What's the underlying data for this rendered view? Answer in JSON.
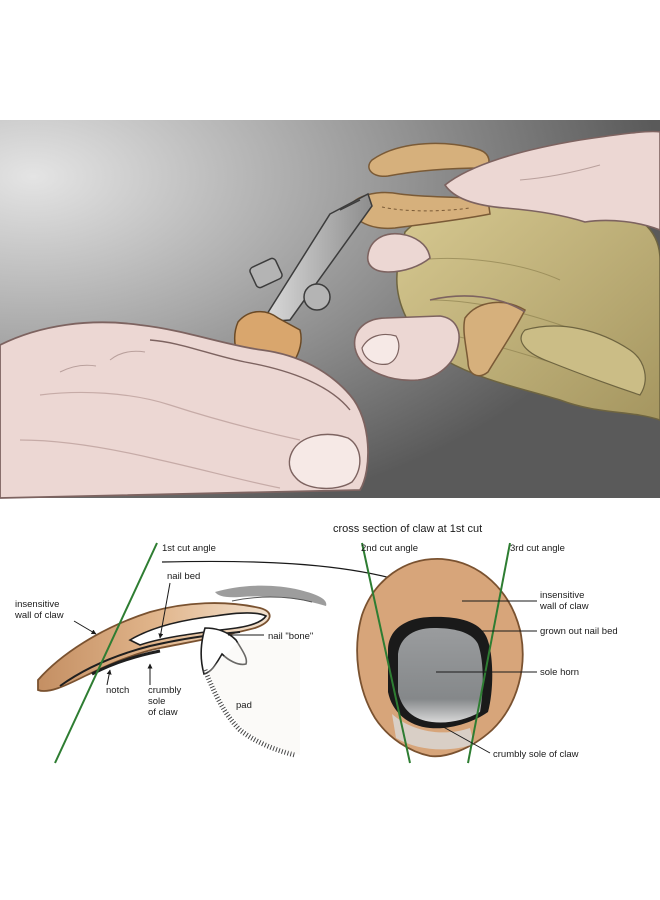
{
  "colors": {
    "skin": "#ecd7d3",
    "skin_shadow": "#c9aaa6",
    "claw": "#d4a57d",
    "claw_dark": "#9a6c48",
    "fur": "#c4b47a",
    "guide_line": "#2e7d32",
    "sole_gray": "#8f9294",
    "scene_bg_dark": "#5c5c5c"
  },
  "diagram": {
    "section_title": "cross section of claw at 1st cut",
    "side_view": {
      "cut_angle_label": "1st cut angle",
      "labels": {
        "nail_bed": "nail bed",
        "insensitive_wall_line1": "insensitive",
        "insensitive_wall_line2": "wall of claw",
        "nail_bone": "nail \"bone\"",
        "notch": "notch",
        "crumbly_line1": "crumbly",
        "crumbly_line2": "sole",
        "crumbly_line3": "of claw",
        "pad": "pad"
      }
    },
    "cross_section": {
      "cut2_label": "2nd cut angle",
      "cut3_label": "3rd cut angle",
      "labels": {
        "insensitive_line1": "insensitive",
        "insensitive_line2": "wall of claw",
        "grown_out": "grown out nail bed",
        "sole_horn": "sole horn",
        "crumbly_sole": "crumbly sole of claw"
      }
    }
  }
}
